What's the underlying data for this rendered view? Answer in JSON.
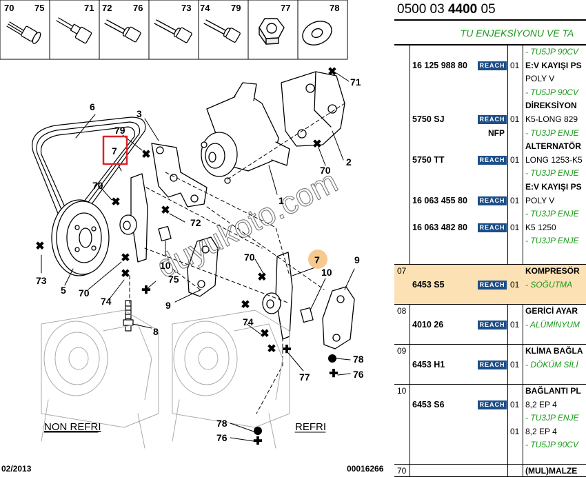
{
  "diagram": {
    "thumbnails": [
      {
        "left": "70",
        "right": "75"
      },
      {
        "left": "",
        "right": "71"
      },
      {
        "left": "72",
        "right": "76"
      },
      {
        "left": "",
        "right": "73"
      },
      {
        "left": "74",
        "right": "79"
      },
      {
        "left": "",
        "right": "77"
      },
      {
        "left": "",
        "right": "78"
      }
    ],
    "callouts": {
      "c71": "71",
      "c6": "6",
      "c3": "3",
      "c79": "79",
      "c7_boxed": "7",
      "c2": "2",
      "c70_a": "70",
      "c70_b": "70",
      "c1": "1",
      "c72": "72",
      "c73": "73",
      "c5": "5",
      "c70_c": "70",
      "c74_a": "74",
      "c10_a": "10",
      "c75": "75",
      "c9_a": "9",
      "c8": "8",
      "c70_d": "70",
      "c7_circled": "7",
      "c10_b": "10",
      "c9_b": "9",
      "c74_b": "74",
      "c78_a": "78",
      "c76_a": "76",
      "c77": "77",
      "c78_b": "78",
      "c76_b": "76"
    },
    "label_non_refri": "NON REFRI",
    "label_refri": "REFRI",
    "footer_date": "02/2013",
    "footer_code": "00016266",
    "watermark": "duyukoto.com",
    "accent_color": "#d9232d",
    "highlight_color": "#f6c98e"
  },
  "catalog": {
    "reference": {
      "pre": "0500 03 ",
      "bold": "4400",
      "post": " 05"
    },
    "section_title": "TU ENJEKSİYONU VE TA",
    "rows": [
      {
        "pos": "",
        "items": [
          {
            "ref": "",
            "qty": "",
            "desc": "- TU5JP 90CV",
            "style": "g"
          },
          {
            "ref": "16 125 988 80",
            "reach": "REACH",
            "qty": "01",
            "desc": "E:V KAYIŞI PS",
            "style": "b"
          },
          {
            "ref": "",
            "qty": "",
            "desc": "POLY V",
            "style": ""
          },
          {
            "ref": "",
            "qty": "",
            "desc": "- TU5JP 90CV",
            "style": "g"
          },
          {
            "ref": "",
            "qty": "",
            "desc": "DİREKSİYON",
            "style": "b"
          },
          {
            "ref": "5750 SJ",
            "reach": "REACH",
            "qty": "01",
            "desc": "K5-LONG 829",
            "style": ""
          },
          {
            "ref": "",
            "nfp": "NFP",
            "qty": "",
            "desc": "- TU3JP ENJE",
            "style": "g"
          },
          {
            "ref": "",
            "qty": "",
            "desc": "ALTERNATÖR",
            "style": "b"
          },
          {
            "ref": "5750 TT",
            "reach": "REACH",
            "qty": "01",
            "desc": "LONG 1253-K5",
            "style": ""
          },
          {
            "ref": "",
            "qty": "",
            "desc": "- TU3JP ENJE",
            "style": "g"
          },
          {
            "ref": "",
            "qty": "",
            "desc": "E:V KAYIŞI PS",
            "style": "b"
          },
          {
            "ref": "16 063 455 80",
            "reach": "REACH",
            "qty": "01",
            "desc": "POLY V",
            "style": ""
          },
          {
            "ref": "",
            "qty": "",
            "desc": "- TU3JP ENJE",
            "style": "g"
          },
          {
            "ref": "16 063 482 80",
            "reach": "REACH",
            "qty": "01",
            "desc": "K5 1250",
            "style": ""
          },
          {
            "ref": "",
            "qty": "",
            "desc": "- TU3JP ENJE",
            "style": "g"
          }
        ]
      },
      {
        "pos": "07",
        "items": [
          {
            "ref": "",
            "qty": "",
            "desc": "KOMPRESÖR",
            "style": "b"
          },
          {
            "ref": "6453 S5",
            "reach": "REACH",
            "qty": "01",
            "desc": "- SOĞUTMA",
            "style": "g"
          }
        ]
      },
      {
        "pos": "08",
        "items": [
          {
            "ref": "",
            "qty": "",
            "desc": "GERİCİ AYAR",
            "style": "b"
          },
          {
            "ref": "4010 26",
            "reach": "REACH",
            "qty": "01",
            "desc": "- ALÜMİNYUM",
            "style": "g"
          }
        ]
      },
      {
        "pos": "09",
        "items": [
          {
            "ref": "",
            "qty": "",
            "desc": "KLİMA BAĞLA",
            "style": "b"
          },
          {
            "ref": "6453 H1",
            "reach": "REACH",
            "qty": "01",
            "desc": "- DÖKÜM SİLİ",
            "style": "g"
          }
        ]
      },
      {
        "pos": "10",
        "items": [
          {
            "ref": "",
            "qty": "",
            "desc": "BAĞLANTI PL",
            "style": "b"
          },
          {
            "ref": "6453 S6",
            "reach": "REACH",
            "qty": "01",
            "desc": "8,2 EP 4",
            "style": ""
          },
          {
            "ref": "",
            "qty": "",
            "desc": "- TU3JP ENJE",
            "style": "g"
          },
          {
            "ref": "",
            "qty": "01",
            "desc": "8,2 EP 4",
            "style": ""
          },
          {
            "ref": "",
            "qty": "",
            "desc": "- TU5JP 90CV",
            "style": "g"
          }
        ]
      },
      {
        "pos": "70",
        "items": [
          {
            "ref": "",
            "qty": "",
            "desc": "(MUL)MALZE",
            "style": "b"
          }
        ]
      }
    ]
  }
}
